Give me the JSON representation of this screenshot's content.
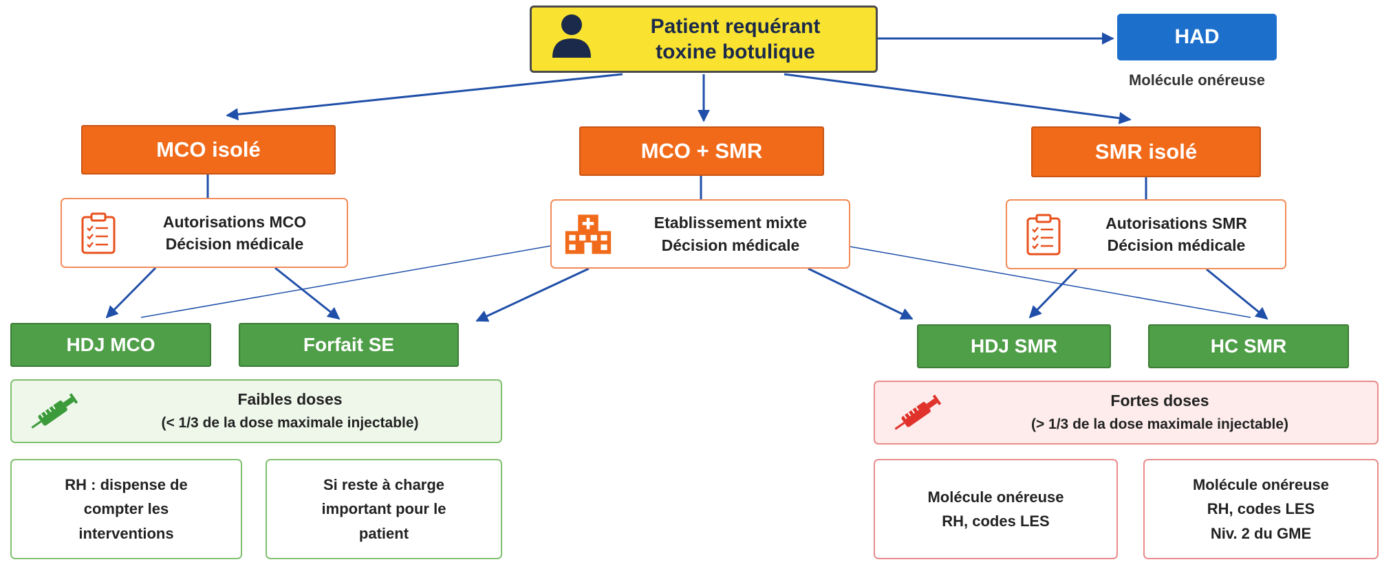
{
  "colors": {
    "patient_fill": "#f9e330",
    "had_fill": "#1d6fcc",
    "orange": "#f06a1a",
    "green": "#4f9e48",
    "arrow": "#1f4fa8",
    "low_dose_fill": "#eef7ea",
    "high_dose_fill": "#fdeceb"
  },
  "patient": {
    "line1": "Patient requérant",
    "line2": "toxine botulique",
    "icon": "person-icon"
  },
  "had": {
    "label": "HAD",
    "note": "Molécule onéreuse"
  },
  "branches": {
    "mco": {
      "label": "MCO isolé",
      "info_line1": "Autorisations MCO",
      "info_line2": "Décision médicale",
      "icon": "clipboard-icon"
    },
    "mixte": {
      "label": "MCO + SMR",
      "info_line1": "Etablissement mixte",
      "info_line2": "Décision médicale",
      "icon": "hospital-icon"
    },
    "smr": {
      "label": "SMR isolé",
      "info_line1": "Autorisations SMR",
      "info_line2": "Décision médicale",
      "icon": "clipboard-icon"
    }
  },
  "settings": {
    "hdj_mco": "HDJ MCO",
    "forfait_se": "Forfait SE",
    "hdj_smr": "HDJ SMR",
    "hc_smr": "HC SMR"
  },
  "doses": {
    "low": {
      "title": "Faibles doses",
      "subtitle": "(< 1/3 de la dose maximale injectable)",
      "icon": "syringe-icon"
    },
    "high": {
      "title": "Fortes doses",
      "subtitle": "(> 1/3 de la dose maximale injectable)",
      "icon": "syringe-icon"
    }
  },
  "notes": {
    "low_left": {
      "line1": "RH : dispense de",
      "line2": "compter les",
      "line3": "interventions"
    },
    "low_right": {
      "line1": "Si reste à charge",
      "line2": "important pour le",
      "line3": "patient"
    },
    "high_left": {
      "line1": "Molécule onéreuse",
      "line2": "RH, codes LES"
    },
    "high_right": {
      "line1": "Molécule onéreuse",
      "line2": "RH, codes LES",
      "line3": "Niv. 2 du GME"
    }
  }
}
